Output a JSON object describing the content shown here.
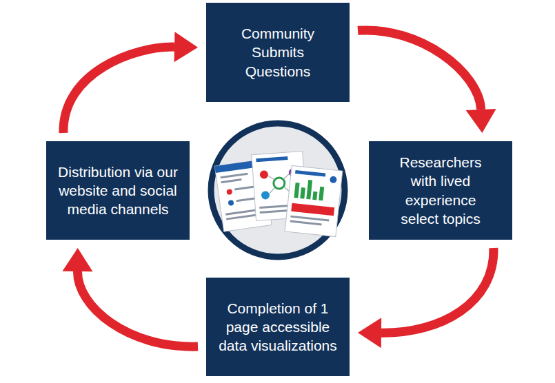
{
  "diagram": {
    "nodes": [
      {
        "text": [
          "Community Submits Questions"
        ]
      },
      {
        "text": [
          "Researchers with lived experience select topics"
        ]
      },
      {
        "text": [
          "Completion of 1 page accessible data visualizations"
        ]
      },
      {
        "text": [
          "Distribution via our website and social media channels"
        ]
      }
    ],
    "edges": [
      {
        "from": 0,
        "to": 1,
        "arrow": "to"
      },
      {
        "from": 1,
        "to": 2,
        "arrow": "to"
      },
      {
        "from": 2,
        "to": 3,
        "arrow": "to"
      },
      {
        "from": 3,
        "to": 0,
        "arrow": "to"
      }
    ]
  }
}
